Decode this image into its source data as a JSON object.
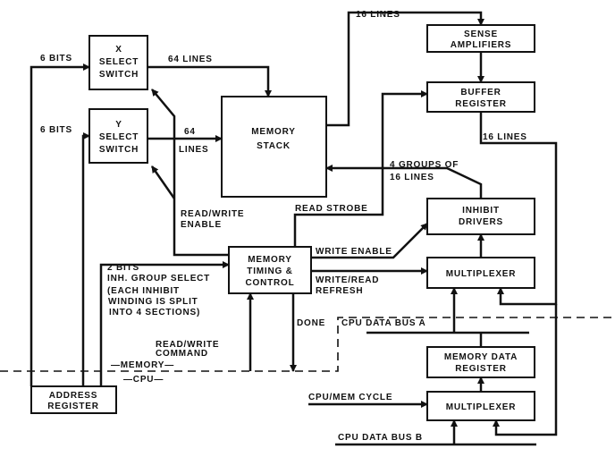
{
  "blocks": {
    "x_select": [
      "X",
      "SELECT",
      "SWITCH"
    ],
    "y_select": [
      "Y",
      "SELECT",
      "SWITCH"
    ],
    "memory_stack": [
      "MEMORY",
      "STACK"
    ],
    "sense_amplifiers": [
      "SENSE",
      "AMPLIFIERS"
    ],
    "buffer_register": [
      "BUFFER",
      "REGISTER"
    ],
    "inhibit_drivers": [
      "INHIBIT",
      "DRIVERS"
    ],
    "multiplexer_upper": [
      "MULTIPLEXER"
    ],
    "timing_control": [
      "MEMORY",
      "TIMING &",
      "CONTROL"
    ],
    "memory_data_register": [
      "MEMORY DATA",
      "REGISTER"
    ],
    "multiplexer_lower": [
      "MULTIPLEXER"
    ],
    "address_register": [
      "ADDRESS",
      "REGISTER"
    ]
  },
  "labels": {
    "x_bits": "6 BITS",
    "y_bits": "6 BITS",
    "x_lines": "64 LINES",
    "y_lines_1": "64",
    "y_lines_2": "LINES",
    "sense_lines": "16 LINES",
    "buffer_lines": "16 LINES",
    "inhibit_groups_1": "4 GROUPS OF",
    "inhibit_groups_2": "16 LINES",
    "rw_enable_1": "READ/WRITE",
    "rw_enable_2": "ENABLE",
    "read_strobe": "READ  STROBE",
    "write_enable": "WRITE ENABLE",
    "write_read_refresh_1": "WRITE/READ",
    "write_read_refresh_2": "REFRESH",
    "inh_1": "2 BITS",
    "inh_2": "INH. GROUP SELECT",
    "inh_3": "(EACH INHIBIT",
    "inh_4": "WINDING IS SPLIT",
    "inh_5": "INTO 4 SECTIONS)",
    "done": "DONE",
    "rw_command_1": "READ/WRITE",
    "rw_command_2": "COMMAND",
    "memory_side": "—MEMORY—",
    "cpu_side": "—CPU—",
    "cpu_bus_a": "CPU  DATA BUS A",
    "cpu_mem_cycle": "CPU/MEM CYCLE",
    "cpu_bus_b": "CPU DATA BUS B"
  }
}
